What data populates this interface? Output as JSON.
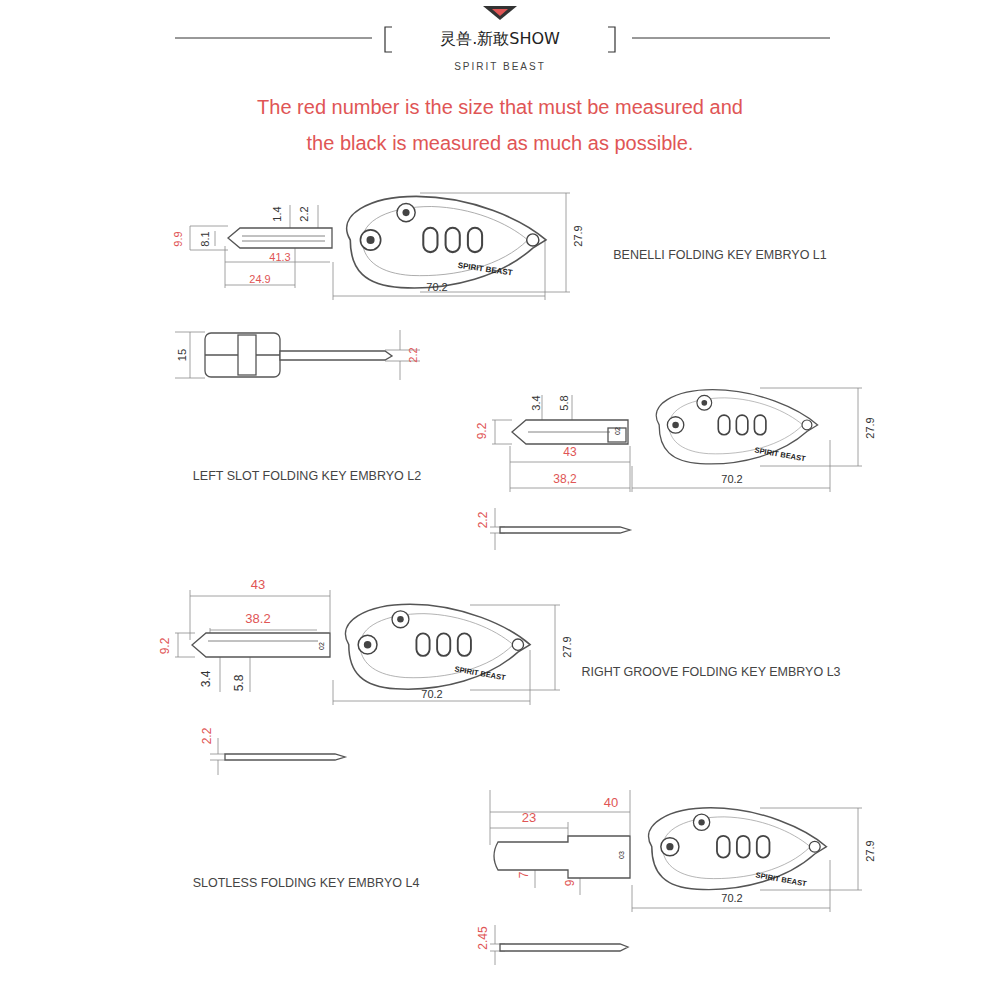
{
  "diagram": {
    "title": "灵兽.新敢SHOW",
    "labels": [
      "SPIRIT BEAST",
      "The red number is the size that must be measured and the black is measured as much as possible.",
      "9.9",
      "8.1",
      "1.4",
      "2.2",
      "41.3",
      "24.9",
      "27.9",
      "70.2",
      "SPIRIT BEAST",
      "BENELLI FOLDING KEY EMBRYO L1",
      "15",
      "2.2",
      "3.4",
      "5.8",
      "9.2",
      "43",
      "38,2",
      "27.9",
      "70.2",
      "02",
      "SPIRIT BEAST",
      "LEFT SLOT FOLDING KEY EMBRYO L2",
      "2.2",
      "43",
      "38.2",
      "9.2",
      "3.4",
      "5.8",
      "27.9",
      "70.2",
      "02",
      "SPIRIT BEAST",
      "RIGHT GROOVE FOLDING KEY EMBRYO L3",
      "2.2",
      "40",
      "23",
      "7",
      "9",
      "27.9",
      "70.2",
      "03",
      "SPIRIT BEAST",
      "SLOTLESS FOLDING KEY EMBRYO L4",
      "2.45"
    ]
  }
}
